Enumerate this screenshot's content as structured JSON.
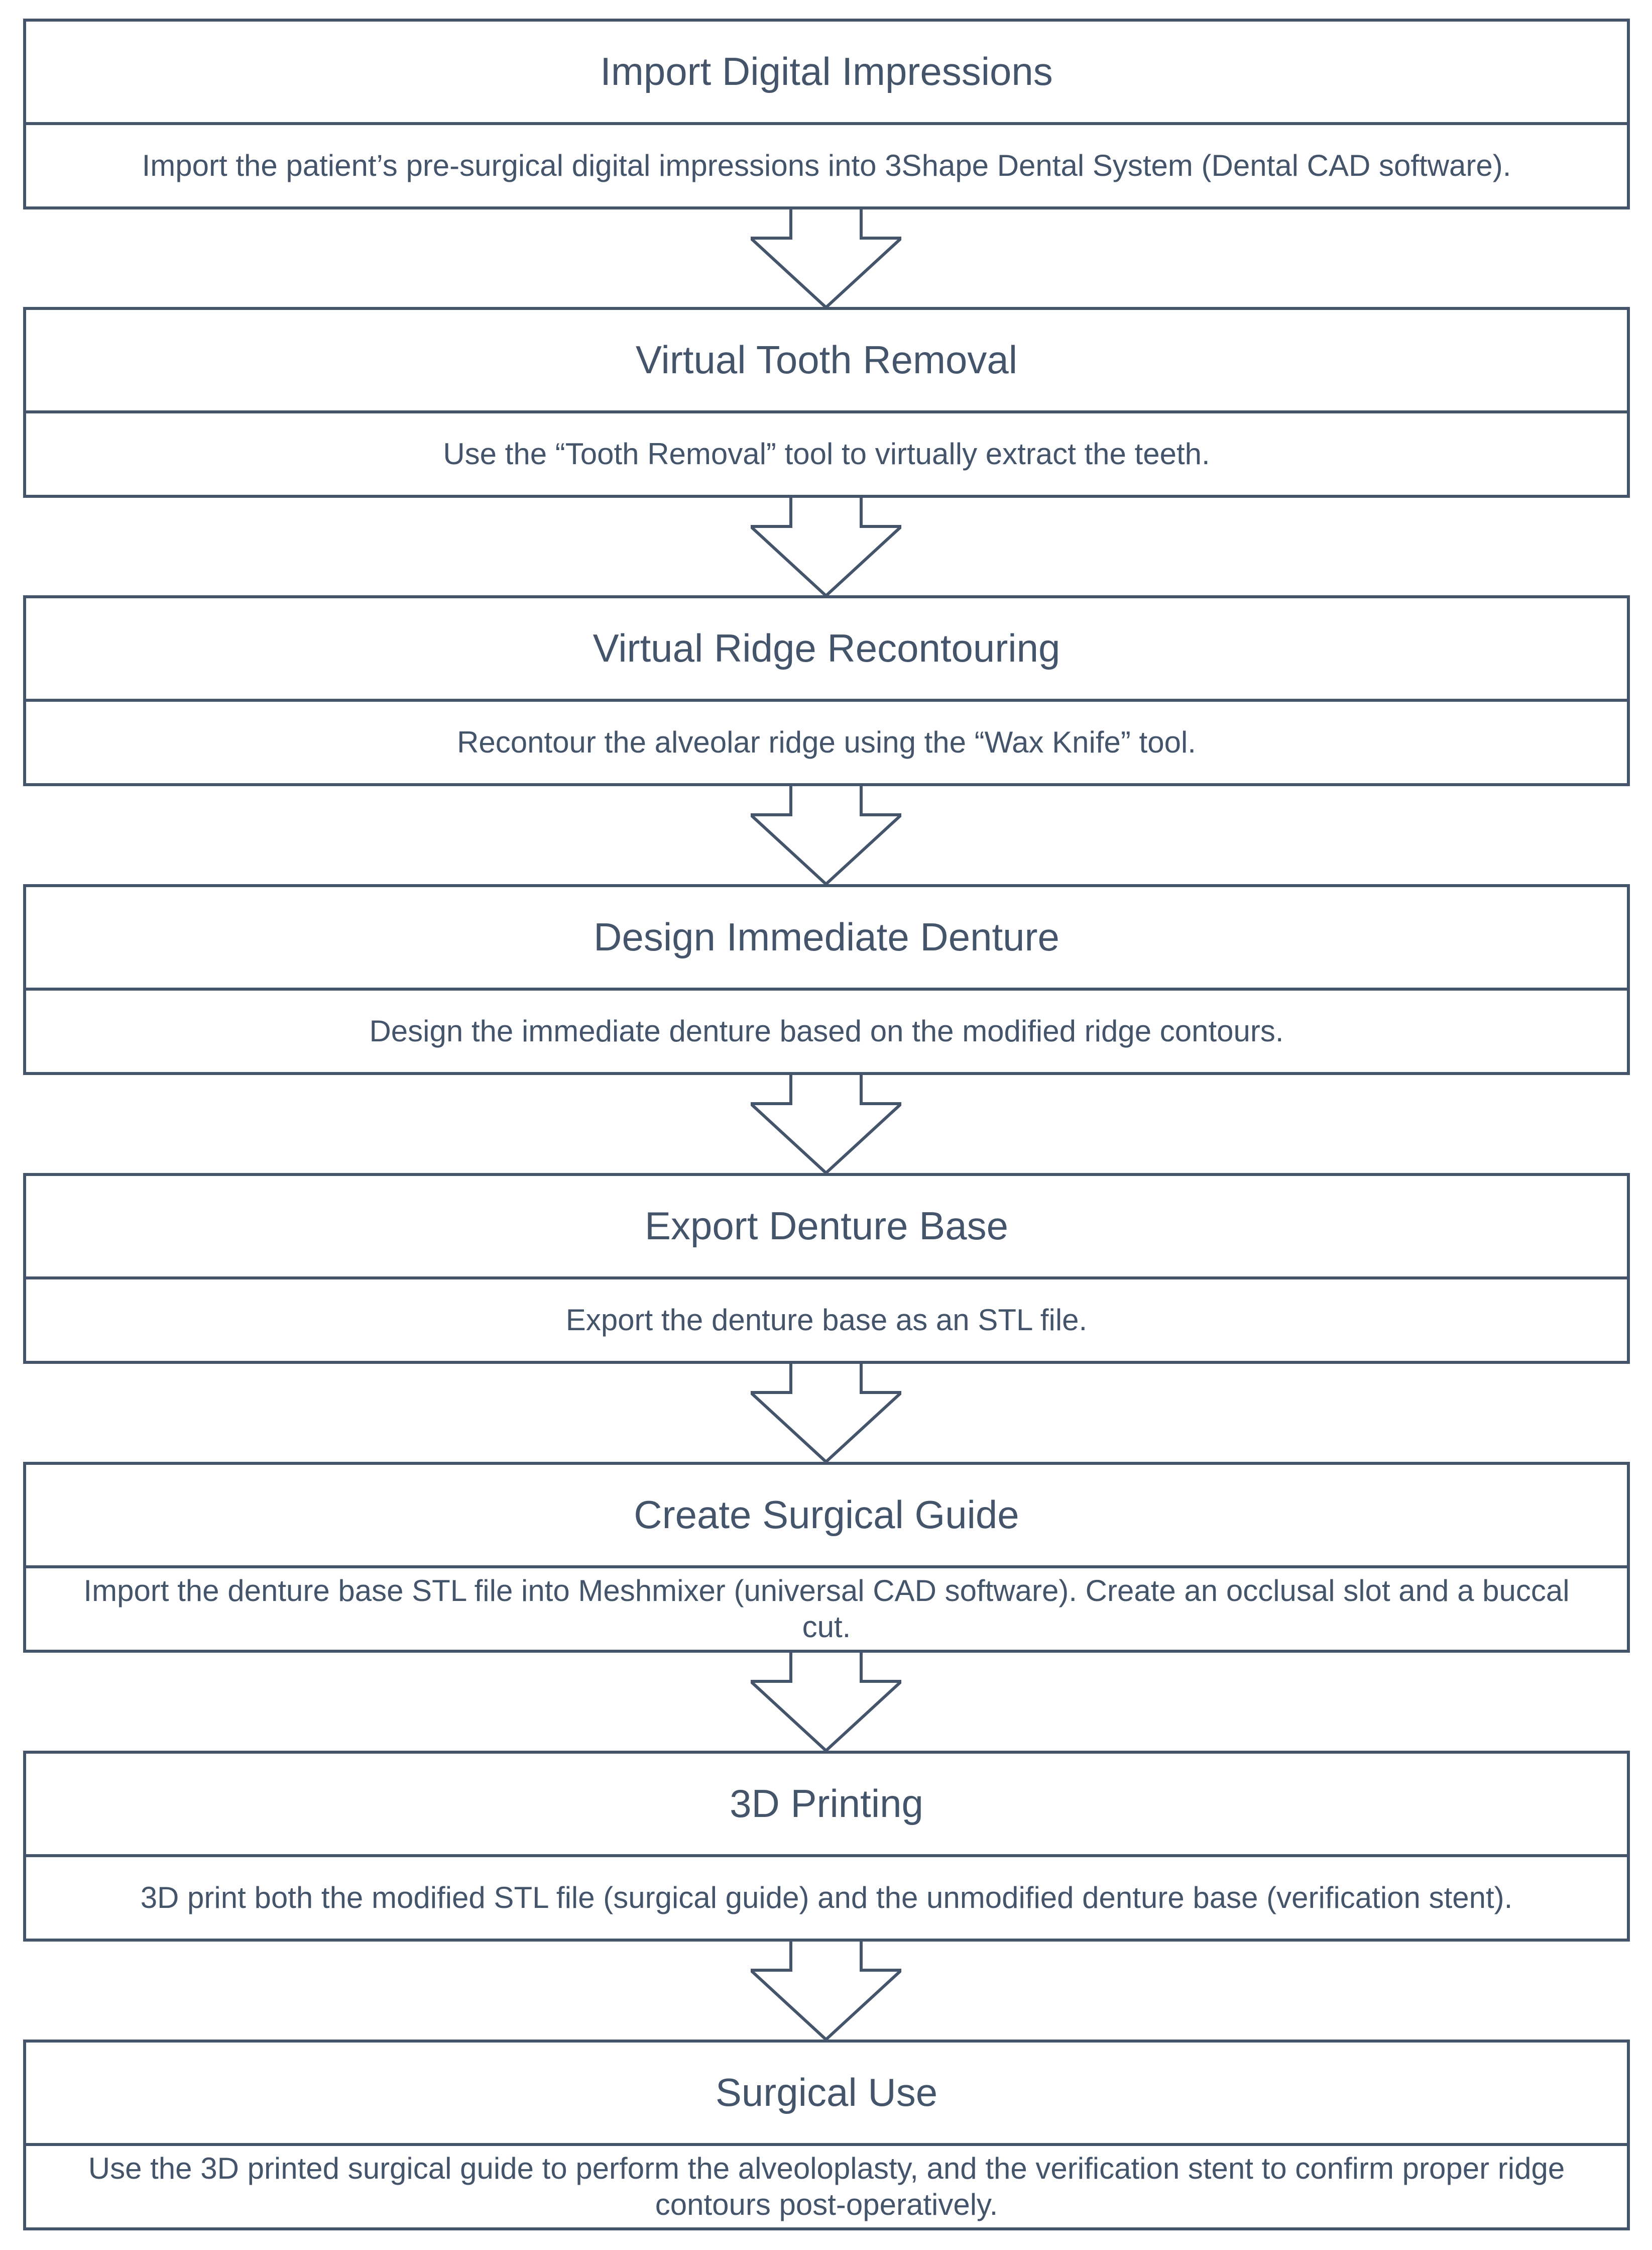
{
  "steps": [
    {
      "title": "Import Digital Impressions",
      "description": "Import the patient’s pre-surgical digital impressions into 3Shape Dental System (Dental CAD software)."
    },
    {
      "title": "Virtual Tooth Removal",
      "description": "Use the “Tooth Removal” tool to virtually extract the teeth."
    },
    {
      "title": "Virtual Ridge Recontouring",
      "description": "Recontour the alveolar ridge using the “Wax Knife” tool."
    },
    {
      "title": "Design Immediate Denture",
      "description": "Design the immediate denture based on the modified ridge contours."
    },
    {
      "title": "Export Denture Base",
      "description": "Export the denture base as an STL file."
    },
    {
      "title": "Create Surgical Guide",
      "description": "Import the denture base  STL file into Meshmixer (universal CAD software). Create an occlusal slot and a buccal cut."
    },
    {
      "title": "3D Printing",
      "description": "3D print both the modified STL file (surgical guide) and the unmodified denture base (verification stent)."
    },
    {
      "title": "Surgical Use",
      "description": "Use the 3D printed surgical guide to perform the alveoloplasty, and the verification stent to confirm proper ridge contours post-operatively."
    }
  ],
  "colors": {
    "stroke": "#44546A",
    "text": "#44546A",
    "background": "#FFFFFF"
  },
  "icons": {
    "connector": "down-arrow-icon"
  }
}
